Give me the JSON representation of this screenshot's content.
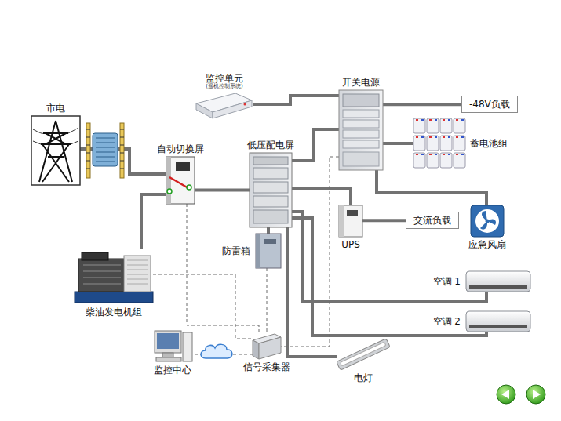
{
  "diagram": {
    "nodes": [
      {
        "text": [
          "市电"
        ]
      },
      {
        "text": [
          "监控单元",
          "(遥机控制系统)"
        ]
      },
      {
        "text": [
          "开关电源"
        ]
      },
      {
        "text": [
          "-48V负载"
        ]
      },
      {
        "text": [
          "自动切换屏"
        ]
      },
      {
        "text": [
          "低压配电屏"
        ]
      },
      {
        "text": [
          "蓄电池组"
        ]
      },
      {
        "text": [
          "UPS"
        ]
      },
      {
        "text": [
          "交流负载"
        ]
      },
      {
        "text": [
          "应急风扇"
        ]
      },
      {
        "text": [
          "防雷箱"
        ]
      },
      {
        "text": [
          "柴油发电机组"
        ]
      },
      {
        "text": [
          "空调 1"
        ]
      },
      {
        "text": [
          "空调 2"
        ]
      },
      {
        "text": [
          "监控中心"
        ]
      },
      {
        "text": [
          "信号采集器"
        ]
      },
      {
        "text": [
          "电灯"
        ]
      }
    ],
    "edges": [
      {
        "from": 0,
        "to": 4,
        "arrow": "none"
      },
      {
        "from": 11,
        "to": 4,
        "arrow": "none"
      },
      {
        "from": 4,
        "to": 5,
        "arrow": "none"
      },
      {
        "from": 5,
        "to": 2,
        "arrow": "none"
      },
      {
        "from": 1,
        "to": 2,
        "arrow": "none"
      },
      {
        "from": 2,
        "to": 3,
        "arrow": "none"
      },
      {
        "from": 2,
        "to": 6,
        "arrow": "none"
      },
      {
        "from": 2,
        "to": 9,
        "arrow": "none"
      },
      {
        "from": 5,
        "to": 7,
        "arrow": "none"
      },
      {
        "from": 7,
        "to": 8,
        "arrow": "none"
      },
      {
        "from": 5,
        "to": 10,
        "arrow": "none"
      },
      {
        "from": 5,
        "to": 12,
        "arrow": "none"
      },
      {
        "from": 5,
        "to": 13,
        "arrow": "none"
      },
      {
        "from": 5,
        "to": 16,
        "arrow": "none"
      },
      {
        "from": 4,
        "to": 15,
        "arrow": "none"
      },
      {
        "from": 11,
        "to": 15,
        "arrow": "none"
      },
      {
        "from": 10,
        "to": 15,
        "arrow": "none"
      },
      {
        "from": 2,
        "to": 15,
        "arrow": "none"
      },
      {
        "from": 15,
        "to": 14,
        "arrow": "none"
      }
    ]
  }
}
